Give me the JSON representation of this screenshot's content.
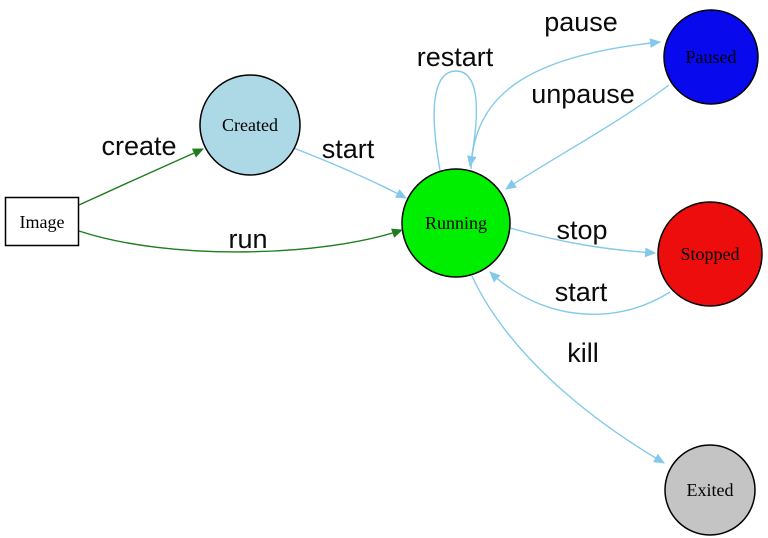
{
  "colors": {
    "background": "#ffffff",
    "edge_blue": "#85c9ea",
    "edge_green": "#1e7d1e",
    "node_border": "#000000"
  },
  "nodes": {
    "image": {
      "label": "Image",
      "fill": "#ffffff",
      "border": "#2222ee"
    },
    "created": {
      "label": "Created",
      "fill": "#add8e6"
    },
    "running": {
      "label": "Running",
      "fill": "#00ee00"
    },
    "paused": {
      "label": "Paused",
      "fill": "#0909ee"
    },
    "stopped": {
      "label": "Stopped",
      "fill": "#ee0d0d"
    },
    "exited": {
      "label": "Exited",
      "fill": "#c4c4c4"
    }
  },
  "edges": {
    "create": {
      "label": "create",
      "color": "#1e7d1e"
    },
    "run": {
      "label": "run",
      "color": "#1e7d1e"
    },
    "start_created_to_running": {
      "label": "start",
      "color": "#85c9ea"
    },
    "restart": {
      "label": "restart",
      "color": "#85c9ea"
    },
    "pause": {
      "label": "pause",
      "color": "#85c9ea"
    },
    "unpause": {
      "label": "unpause",
      "color": "#85c9ea"
    },
    "stop": {
      "label": "stop",
      "color": "#85c9ea"
    },
    "start_stopped_to_running": {
      "label": "start",
      "color": "#85c9ea"
    },
    "kill": {
      "label": "kill",
      "color": "#85c9ea"
    }
  }
}
